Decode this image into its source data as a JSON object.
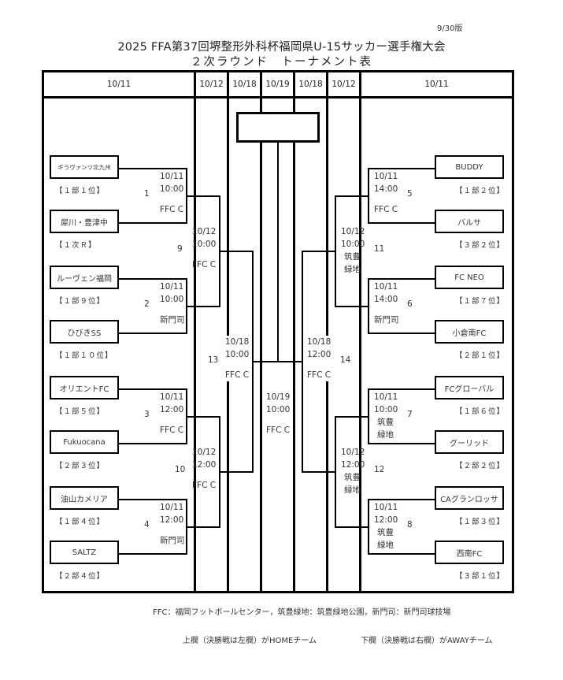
{
  "version": "9/30版",
  "title_line1": "2025 FFA第37回堺整形外科杯福岡県U-15サッカー選手権大会",
  "title_line2": "２次ラウンド　トーナメント表",
  "header_dates": [
    "10/11",
    "10/12",
    "10/18",
    "10/19",
    "10/18",
    "10/12",
    "10/11"
  ],
  "left_teams": [
    {
      "name": "ギラヴァンツ北九州",
      "rank": "【１部１位】"
    },
    {
      "name": "犀川・豊津中",
      "rank": "【１次Ｒ】"
    },
    {
      "name": "ルーヴェン福岡",
      "rank": "【１部９位】"
    },
    {
      "name": "ひびきSS",
      "rank": "【１部１０位】"
    },
    {
      "name": "オリエントFC",
      "rank": "【１部５位】"
    },
    {
      "name": "Fukuocana",
      "rank": "【２部３位】"
    },
    {
      "name": "油山カメリア",
      "rank": "【１部４位】"
    },
    {
      "name": "SALTZ",
      "rank": "【２部４位】"
    }
  ],
  "right_teams": [
    {
      "name": "BUDDY",
      "rank": "【１部２位】"
    },
    {
      "name": "バルサ",
      "rank": "【３部２位】"
    },
    {
      "name": "FC NEO",
      "rank": "【１部７位】"
    },
    {
      "name": "小倉南FC",
      "rank": "【２部１位】"
    },
    {
      "name": "FCグローバル",
      "rank": "【１部６位】"
    },
    {
      "name": "グーリッド",
      "rank": "【２部２位】"
    },
    {
      "name": "CAグランロッサ",
      "rank": "【１部３位】"
    },
    {
      "name": "西南FC",
      "rank": "【３部１位】"
    }
  ],
  "matches": {
    "m1": {
      "no": "1",
      "date": "10/11",
      "time": "10:00",
      "venue": "FFC C"
    },
    "m2": {
      "no": "2",
      "date": "10/11",
      "time": "10:00",
      "venue": "新門司"
    },
    "m3": {
      "no": "3",
      "date": "10/11",
      "time": "12:00",
      "venue": "FFC C"
    },
    "m4": {
      "no": "4",
      "date": "10/11",
      "time": "12:00",
      "venue": "新門司"
    },
    "m5": {
      "no": "5",
      "date": "10/11",
      "time": "14:00",
      "venue": "FFC C"
    },
    "m6": {
      "no": "6",
      "date": "10/11",
      "time": "14:00",
      "venue": "新門司"
    },
    "m7": {
      "no": "7",
      "date": "10/11",
      "time": "10:00",
      "venue_l1": "筑豊",
      "venue_l2": "緑地"
    },
    "m8": {
      "no": "8",
      "date": "10/11",
      "time": "12:00",
      "venue_l1": "筑豊",
      "venue_l2": "緑地"
    },
    "m9": {
      "no": "9",
      "date": "10/12",
      "time": "10:00",
      "venue": "FFC C"
    },
    "m10": {
      "no": "10",
      "date": "10/12",
      "time": "12:00",
      "venue": "FFC C"
    },
    "m11": {
      "no": "11",
      "date": "10/12",
      "time": "10:00",
      "venue_l1": "筑豊",
      "venue_l2": "緑地"
    },
    "m12": {
      "no": "12",
      "date": "10/12",
      "time": "12:00",
      "venue_l1": "筑豊",
      "venue_l2": "緑地"
    },
    "m13": {
      "no": "13",
      "date": "10/18",
      "time": "10:00",
      "venue": "FFC C"
    },
    "m14": {
      "no": "14",
      "date": "10/18",
      "time": "12:00",
      "venue": "FFC C"
    },
    "final": {
      "date": "10/19",
      "time": "10:00",
      "venue": "FFC C",
      "winner": ""
    }
  },
  "legend_venues": "FFC：福岡フットボールセンター，筑豊緑地：筑豊緑地公園，新門司：新門司球技場",
  "legend_home": "上欄（決勝戦は左欄）がHOMEチーム",
  "legend_away": "下欄（決勝戦は右欄）がAWAYチーム"
}
